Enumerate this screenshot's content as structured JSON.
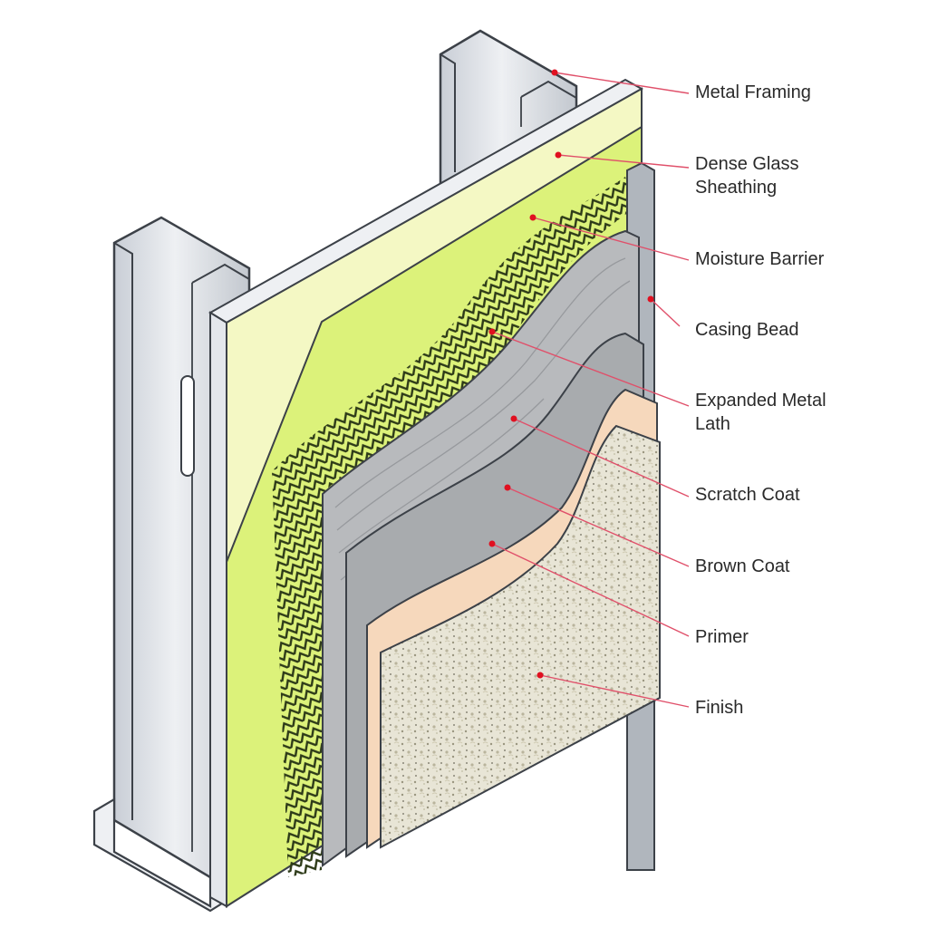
{
  "diagram": {
    "subject": "Three-coat stucco wall assembly over metal framing",
    "colors": {
      "leader": "#e0506a",
      "leader_dot": "#e01020",
      "framing": "#d9dde3",
      "framing_shadow": "#b9bfc8",
      "sheathing_face": "#f4f8c4",
      "moisture_barrier": "#dcf27a",
      "lath": "#2d3a18",
      "scratch_coat": "#b8babd",
      "brown_coat": "#a8abae",
      "primer": "#f6d8bc",
      "finish": "#e6e3d2",
      "outline": "#3c4148"
    },
    "labels": [
      {
        "id": "metal-framing",
        "text": "Metal Framing"
      },
      {
        "id": "dense-glass-sheathing",
        "text": "Dense Glass\nSheathing"
      },
      {
        "id": "moisture-barrier",
        "text": "Moisture Barrier"
      },
      {
        "id": "casing-bead",
        "text": "Casing Bead"
      },
      {
        "id": "expanded-metal-lath",
        "text": "Expanded Metal\nLath"
      },
      {
        "id": "scratch-coat",
        "text": "Scratch Coat"
      },
      {
        "id": "brown-coat",
        "text": "Brown Coat"
      },
      {
        "id": "primer",
        "text": "Primer"
      },
      {
        "id": "finish",
        "text": "Finish"
      }
    ]
  }
}
